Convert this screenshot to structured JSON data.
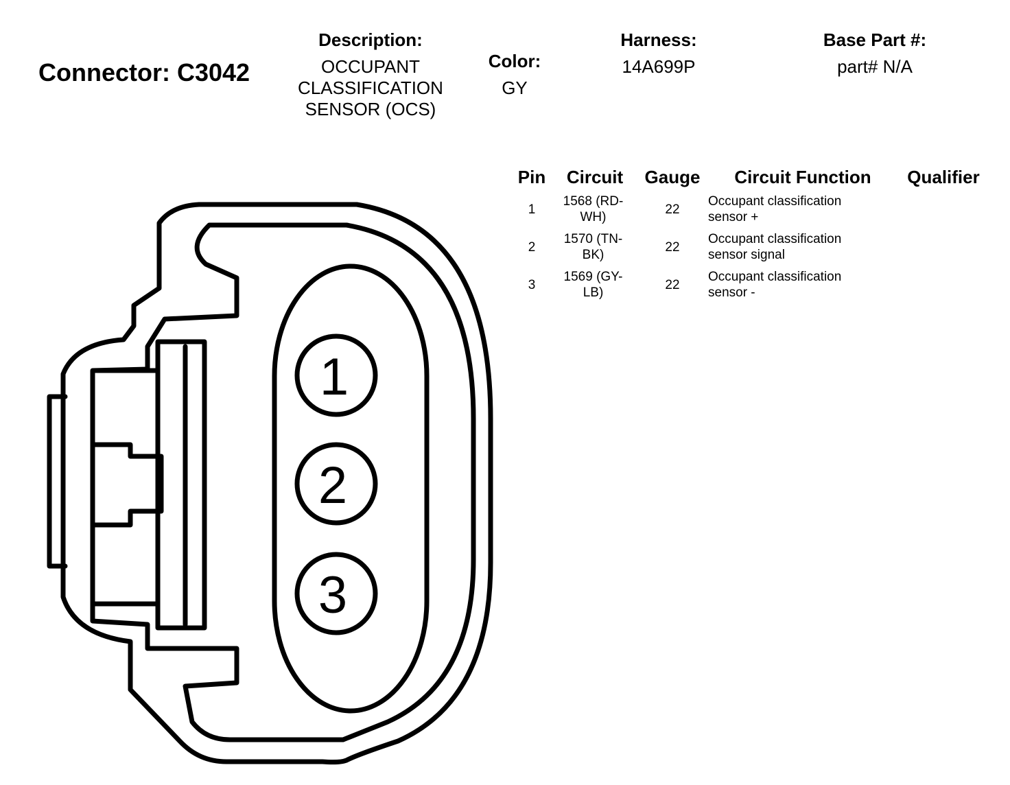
{
  "connector": {
    "title": "Connector: C3042"
  },
  "description": {
    "label": "Description:",
    "value": "OCCUPANT\nCLASSIFICATION\nSENSOR (OCS)"
  },
  "color": {
    "label": "Color:",
    "value": "GY"
  },
  "harness": {
    "label": "Harness:",
    "value": "14A699P"
  },
  "base_part": {
    "label": "Base Part #:",
    "value": "part# N/A"
  },
  "pin_table": {
    "headers": {
      "pin": "Pin",
      "circuit": "Circuit",
      "gauge": "Gauge",
      "function": "Circuit Function",
      "qualifier": "Qualifier"
    },
    "rows": [
      {
        "pin": "1",
        "circuit": "1568 (RD-\nWH)",
        "gauge": "22",
        "function": "Occupant classification\nsensor +",
        "qualifier": ""
      },
      {
        "pin": "2",
        "circuit": "1570 (TN-\nBK)",
        "gauge": "22",
        "function": "Occupant classification\nsensor signal",
        "qualifier": ""
      },
      {
        "pin": "3",
        "circuit": "1569 (GY-\nLB)",
        "gauge": "22",
        "function": "Occupant classification\nsensor -",
        "qualifier": ""
      }
    ]
  },
  "diagram": {
    "pins": [
      "1",
      "2",
      "3"
    ]
  }
}
